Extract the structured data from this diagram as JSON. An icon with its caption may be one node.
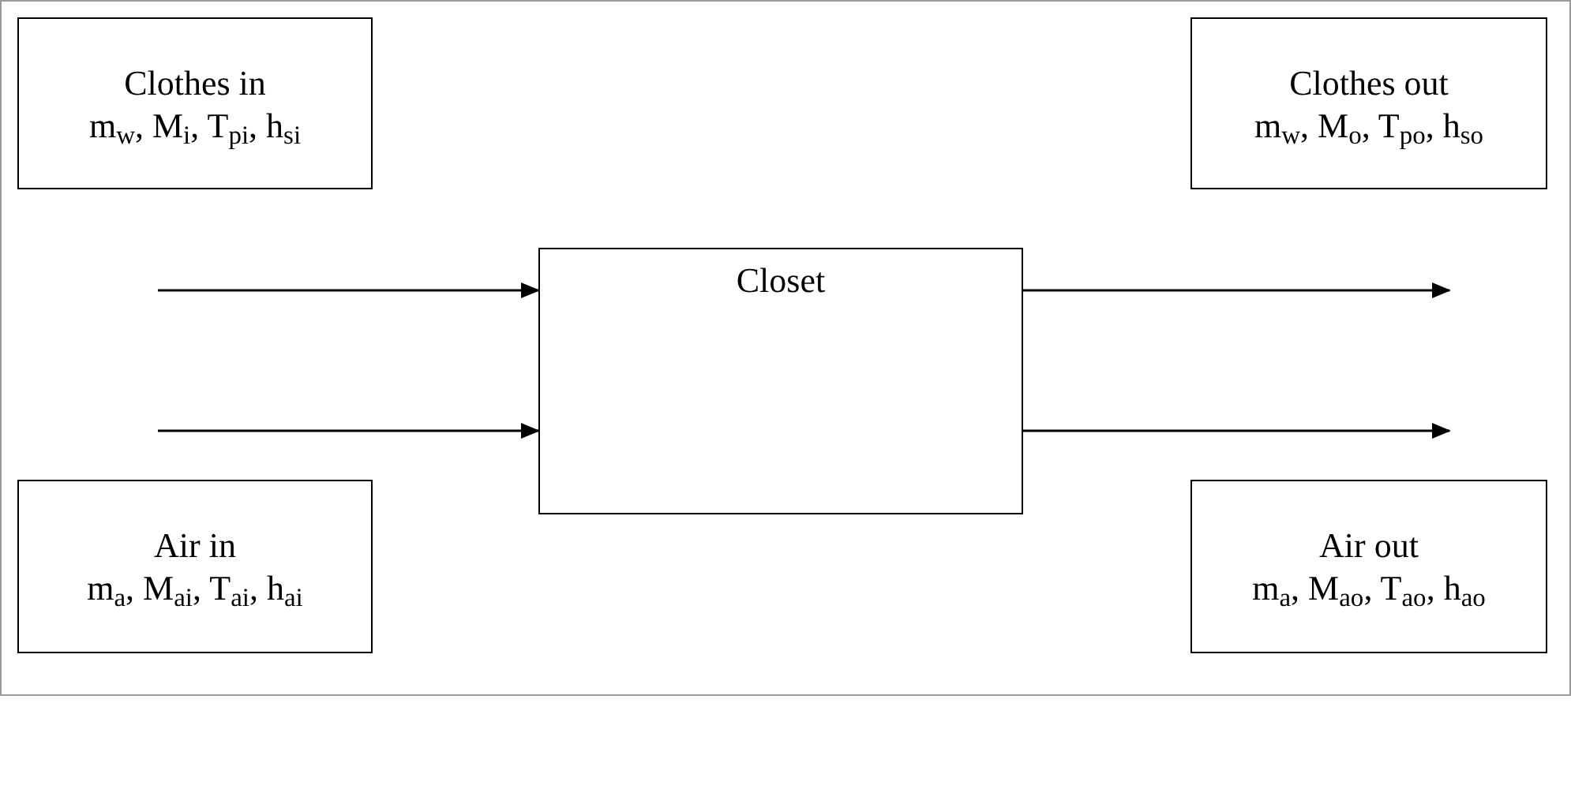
{
  "diagram": {
    "nodes": [
      {
        "text": [
          "Clothes in",
          "m$_{w}$, M$_{i}$, T$_{pi}$, h$_{si}$"
        ]
      },
      {
        "text": [
          "Air in",
          "m$_{a}$, M$_{ai}$, T$_{ai}$, h$_{ai}$"
        ]
      },
      {
        "text": [
          "Closet"
        ]
      },
      {
        "text": [
          "Clothes out",
          "m$_{w}$, M$_{o}$, T$_{po}$, h$_{so}$"
        ]
      },
      {
        "text": [
          "Air out",
          "m$_{a}$, M$_{ao}$, T$_{ao}$, h$_{ao}$"
        ]
      }
    ],
    "edges": [
      {
        "from": null,
        "to": 2,
        "arrow": "to"
      },
      {
        "from": null,
        "to": 2,
        "arrow": "to"
      },
      {
        "from": 2,
        "to": null,
        "arrow": "to"
      },
      {
        "from": 2,
        "to": null,
        "arrow": "to"
      }
    ]
  }
}
